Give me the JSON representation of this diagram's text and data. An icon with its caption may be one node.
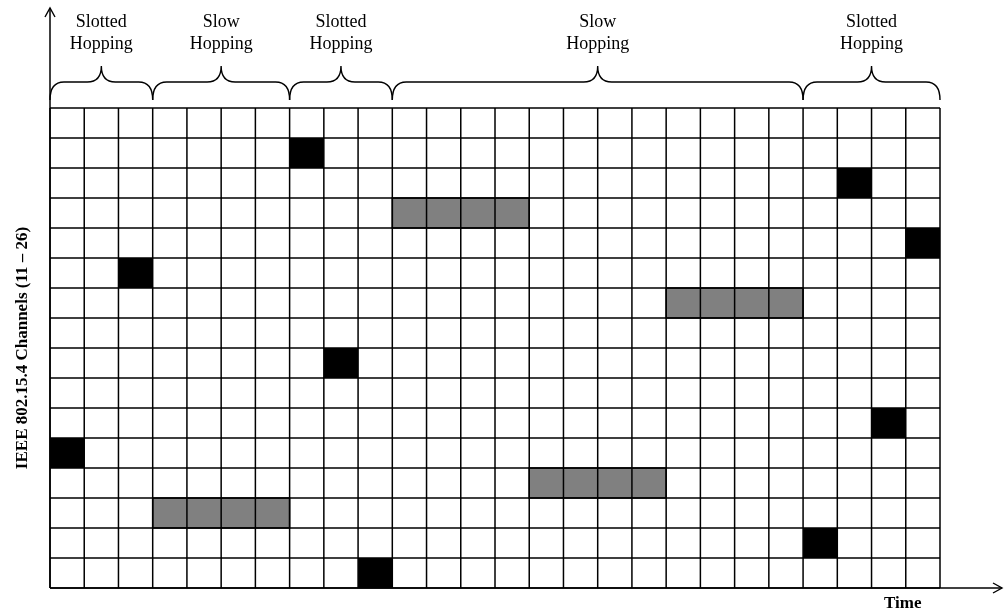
{
  "diagram": {
    "labels": [
      "Slotted Hopping",
      "Slow Hopping",
      "Slotted Hopping",
      "Slow Hopping",
      "Slotted Hopping",
      "IEEE 802.15.4 Channels (11 – 26)",
      "Time"
    ]
  }
}
